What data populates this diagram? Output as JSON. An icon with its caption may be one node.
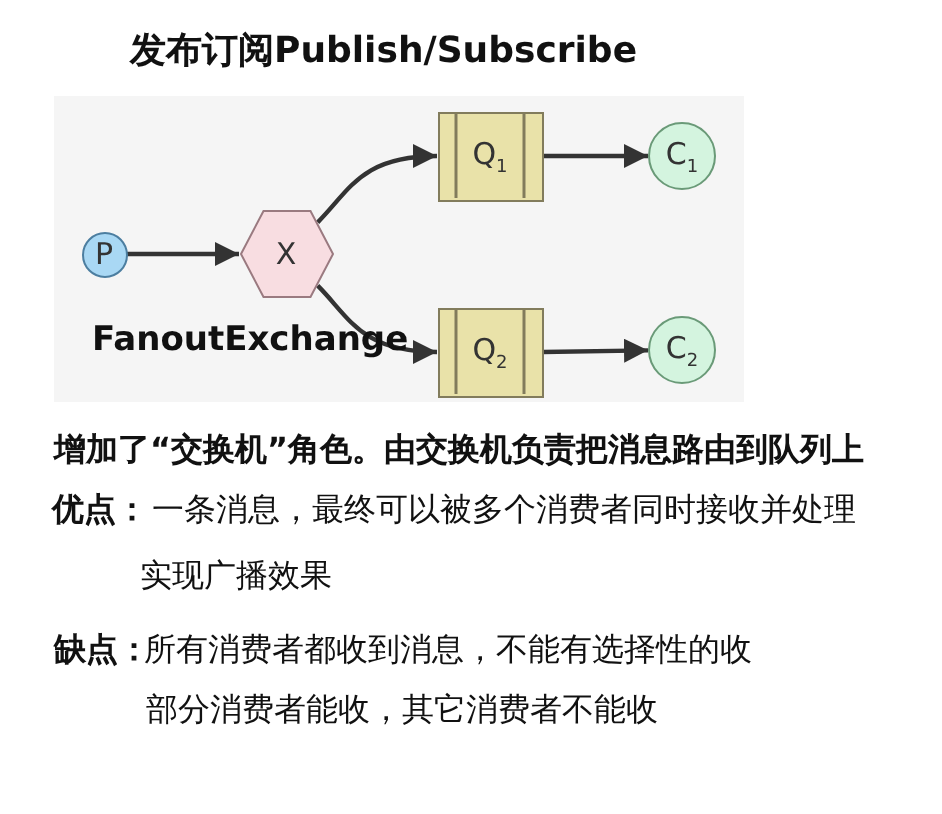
{
  "diagram": {
    "title": "发布订阅Publish/Subscribe",
    "nodes": [
      {
        "text": [
          "P"
        ]
      },
      {
        "text": [
          "X"
        ],
        "beside": [
          "FanoutExchange"
        ]
      },
      {
        "text": [
          "Q$_{1}$"
        ]
      },
      {
        "text": [
          "Q$_{2}$"
        ]
      },
      {
        "text": [
          "C$_{1}$"
        ]
      },
      {
        "text": [
          "C$_{2}$"
        ]
      }
    ],
    "edges": [
      {
        "from": 0,
        "to": 1,
        "arrow": "to"
      },
      {
        "from": 1,
        "to": 2,
        "arrow": "to"
      },
      {
        "from": 1,
        "to": 3,
        "arrow": "to"
      },
      {
        "from": 2,
        "to": 4,
        "arrow": "to"
      },
      {
        "from": 3,
        "to": 5,
        "arrow": "to"
      }
    ],
    "labels": [
      "增加了“交换机”角色。由交换机负责把消息路由到队列上",
      "优点：",
      "一条消息，最终可以被多个消费者同时接收并处理",
      "实现广播效果",
      "缺点：",
      "所有消费者都收到消息，不能有选择性的收",
      "部分消费者能收，其它消费者不能收"
    ]
  }
}
